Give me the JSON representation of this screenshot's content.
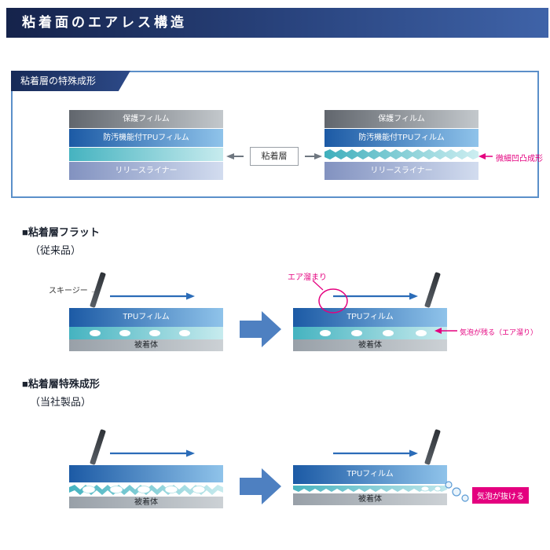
{
  "header": {
    "title": "粘着面のエアレス構造"
  },
  "structure_box": {
    "tab_label": "粘着層の特殊成形",
    "center_label": "粘着層",
    "annotation_label": "微細凹凸成形",
    "left_stack": {
      "protective_film": "保護フィルム",
      "tpu_film": "防汚機能付TPUフィルム",
      "release_liner": "リリースライナー"
    },
    "right_stack": {
      "protective_film": "保護フィルム",
      "tpu_film": "防汚機能付TPUフィルム",
      "release_liner": "リリースライナー"
    }
  },
  "flat_section": {
    "heading": "■粘着層フラット",
    "subheading": "（従来品）",
    "squeegee_label": "スキージー →",
    "air_pocket_label": "エア溜まり",
    "trapped_air_label": "気泡が残る（エア溜り）",
    "before": {
      "film": "TPUフィルム",
      "substrate": "被着体"
    },
    "after": {
      "film": "TPUフィルム",
      "substrate": "被着体"
    }
  },
  "special_section": {
    "heading": "■粘着層特殊成形",
    "subheading": "（当社製品）",
    "escape_label": "気泡が抜ける",
    "before": {
      "substrate": "被着体"
    },
    "after": {
      "film": "TPUフィルム",
      "substrate": "被着体"
    }
  },
  "colors": {
    "header_navy": "#17264f",
    "frame_blue": "#5b8fc9",
    "accent_magenta": "#e4007f",
    "arrow_blue": "#2b6cb8",
    "block_arrow_blue": "#4e80c1",
    "film_blue_dark": "#1c5aa5",
    "film_blue_light": "#8fc3ea",
    "adhesive_teal": "#45b3c0"
  }
}
